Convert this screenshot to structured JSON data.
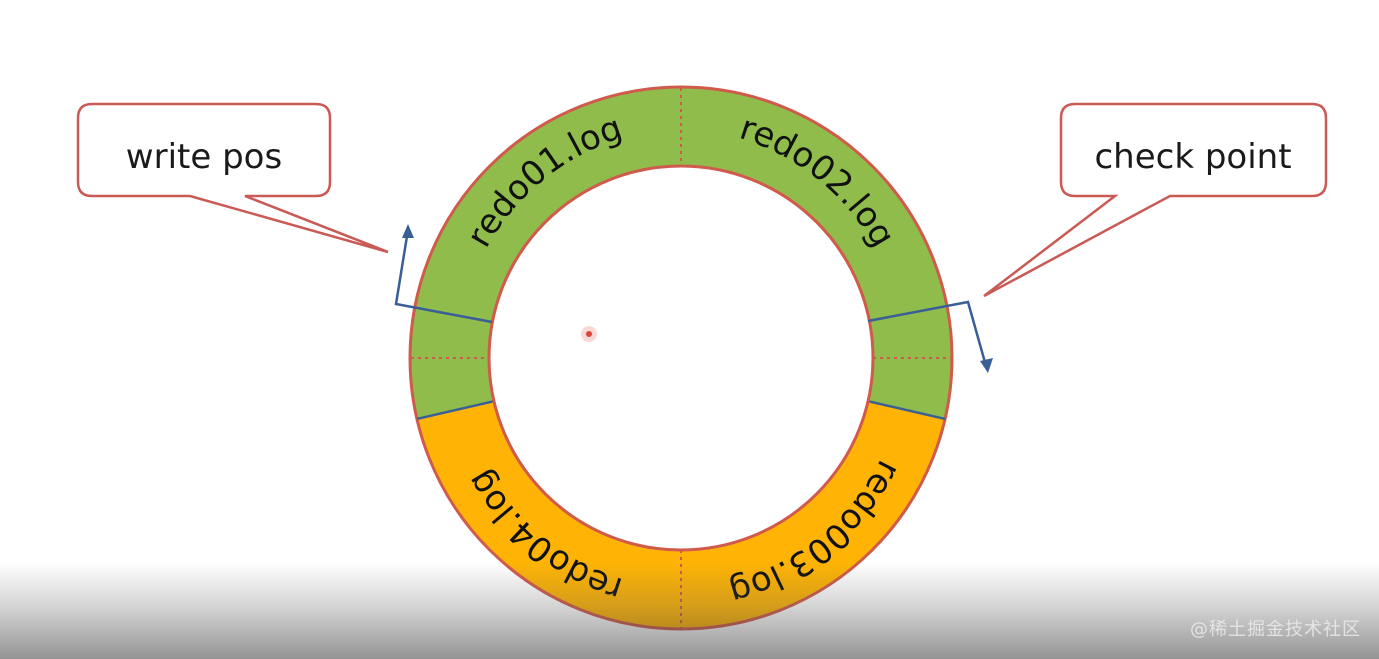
{
  "callouts": {
    "write_pos": "write pos",
    "check_point": "check point"
  },
  "segments": [
    {
      "label": "redo01.log",
      "color": "#8fbc4b"
    },
    {
      "label": "redo02.log",
      "color": "#8fbc4b"
    },
    {
      "label": "redo003.log",
      "color": "#ffb405"
    },
    {
      "label": "redo04.log",
      "color": "#ffb405"
    }
  ],
  "colors": {
    "ring_stroke": "#d05a4c",
    "arrow": "#3a5f96",
    "callout_border": "#c95a55"
  },
  "watermark": "@稀土掘金技术社区"
}
